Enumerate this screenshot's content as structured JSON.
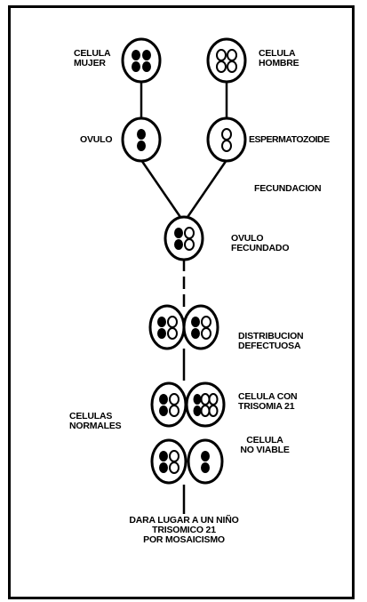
{
  "labels": {
    "celula_mujer": "CELULA\nMUJER",
    "celula_hombre": "CELULA\nHOMBRE",
    "ovulo": "OVULO",
    "espermatozoide": "ESPERMATOZOIDE",
    "fecundacion": "FECUNDACION",
    "ovulo_fecundado": "OVULO\nFECUNDADO",
    "distribucion_defectuosa": "DISTRIBUCION\nDEFECTUOSA",
    "celula_trisomia": "CELULA CON\nTRISOMIA 21",
    "celulas_normales": "CELULAS\nNORMALES",
    "celula_no_viable": "CELULA\nNO VIABLE",
    "conclusion": "DARA LUGAR A UN NIÑO\nTRISOMICO 21\nPOR MOSAICISMO"
  },
  "colors": {
    "ink": "#000000",
    "paper": "#ffffff"
  }
}
